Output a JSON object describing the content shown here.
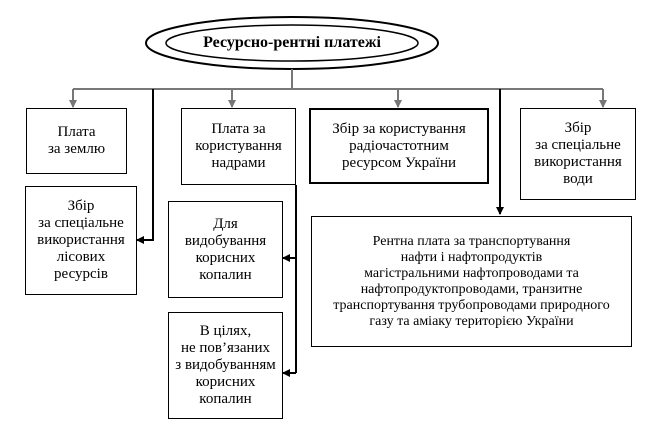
{
  "title": "Ресурсно-рентні платежі",
  "boxes": {
    "land": "Плата\nза землю",
    "subsoil": "Плата за\nкористування\nнадрами",
    "radio": "Збір за користування\nрадіочастотним\nресурсом України",
    "water": "Збір\nза спеціальне\nвикористання\nводи",
    "forest": "Збір\nза спеціальне\nвикористання\nлісових\nресурсів",
    "mining": "Для\nвидобування\nкорисних\nкопалин",
    "non_mining": "В цілях,\nне пов’язаних\nз видобуванням\nкорисних\nкопалин",
    "pipeline": "Рентна плата за транспортування\nнафти і нафтопродуктів\nмагістральними нафтопроводами та\nнафтопродуктопроводами, транзитне\nтранспортування трубопроводами природного\nгазу та аміаку територією України"
  }
}
